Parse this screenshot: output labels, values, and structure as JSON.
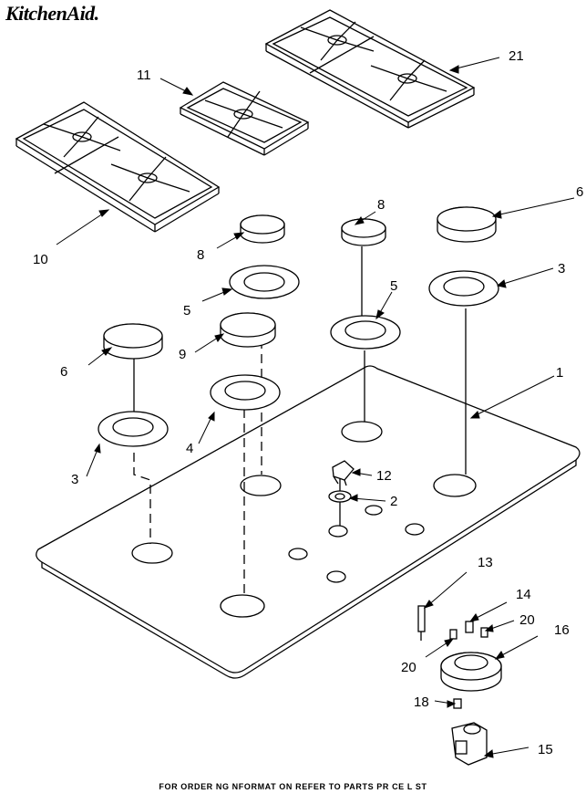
{
  "brand": "KitchenAid.",
  "footer": "FOR ORDER NG NFORMAT ON REFER TO PARTS PR CE L ST",
  "callouts": [
    "21",
    "11",
    "10",
    "8",
    "8",
    "6",
    "6",
    "5",
    "5",
    "3",
    "3",
    "9",
    "4",
    "1",
    "12",
    "2",
    "13",
    "14",
    "20",
    "20",
    "16",
    "18",
    "15"
  ],
  "parts": {
    "grate_right": "grate-21",
    "grate_center": "grate-11",
    "grate_left": "grate-10",
    "cooktop": "cooktop-1",
    "burner_caps": [
      "cap-8",
      "cap-8",
      "cap-6",
      "cap-6",
      "cap-9"
    ],
    "burner_bases": [
      "base-5",
      "base-5",
      "base-3",
      "base-3",
      "base-4"
    ],
    "controls": [
      "knob-12",
      "bezel-2",
      "electrode-13",
      "burner-16",
      "screw-14",
      "screw-20",
      "screw-20",
      "screw-18",
      "valve-15"
    ]
  }
}
